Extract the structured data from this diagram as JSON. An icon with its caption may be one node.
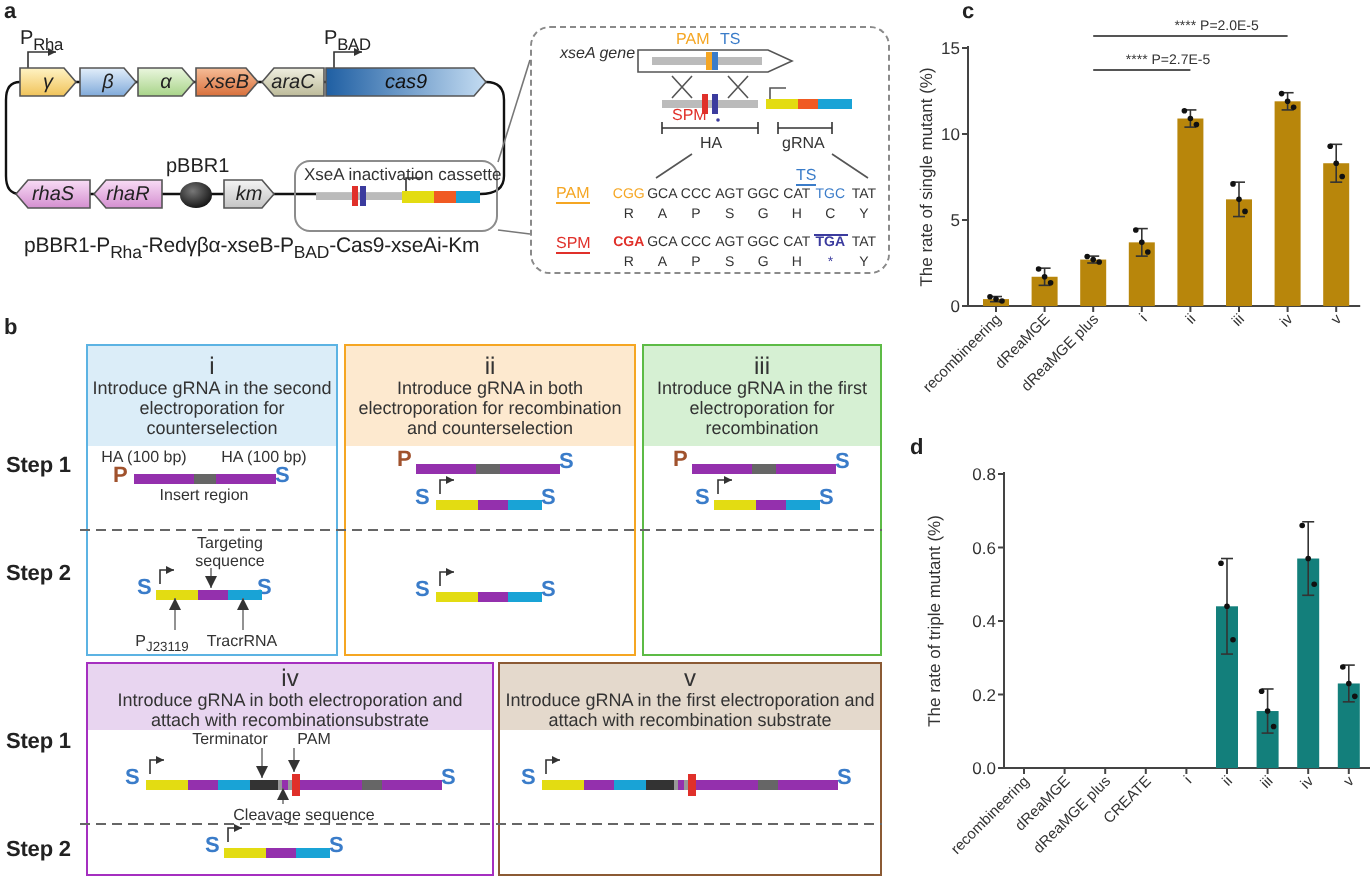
{
  "diagram": {
    "nodes": [
      {
        "text": [
          "γ"
        ]
      },
      {
        "text": [
          "β"
        ]
      },
      {
        "text": [
          "α"
        ]
      },
      {
        "text": [
          "xseB"
        ]
      },
      {
        "text": [
          "araC"
        ]
      },
      {
        "text": [
          "cas9"
        ]
      },
      {
        "text": [
          "rhaS"
        ]
      },
      {
        "text": [
          "rhaR"
        ]
      },
      {
        "text": [],
        "shape": "circle",
        "beside": [
          "pBBR1"
        ]
      },
      {
        "text": [
          "km"
        ]
      },
      {
        "text": [
          "XseA inactivation cassette"
        ]
      },
      {
        "text": [
          "*xseA* gene",
          "PAM",
          "TS",
          "SPM",
          "HA",
          "gRNA",
          "PAM",
          "CGG GCA CCC AGT GGC CAT TGC TAT",
          "TS",
          "R A P S G H C Y",
          "SPM",
          "CGA GCA CCC AGT GGC CAT TGA TAT",
          "R A P S G H * Y"
        ]
      },
      {
        "text": [
          "i",
          "Introduce gRNA in the second electroporation for counterselection",
          "P",
          "S",
          "S",
          "S"
        ]
      },
      {
        "text": [
          "HA (100 bp)"
        ],
        "in": 12
      },
      {
        "text": [
          "HA (100 bp)"
        ],
        "in": 12
      },
      {
        "text": [
          "Insert region"
        ],
        "in": 12
      },
      {
        "text": [
          "Targeting sequence"
        ],
        "in": 12
      },
      {
        "text": [
          "P$_{J23119}$"
        ],
        "in": 12
      },
      {
        "text": [
          "TracrRNA"
        ],
        "in": 12
      },
      {
        "text": [
          "ii",
          "Introduce gRNA in both electroporation for recombination and counterselection",
          "P",
          "S",
          "S",
          "S",
          "S",
          "S"
        ]
      },
      {
        "text": [
          "iii",
          "Introduce gRNA in the first electroporation for recombination",
          "P",
          "S",
          "S",
          "S"
        ]
      },
      {
        "text": [
          "iv",
          "Introduce gRNA in both electroporation and attach with recombinationsubstrate",
          "S",
          "S",
          "S",
          "S"
        ]
      },
      {
        "text": [
          "Terminator"
        ],
        "in": 21
      },
      {
        "text": [
          "PAM"
        ],
        "in": 21
      },
      {
        "text": [
          "Cleavage sequence"
        ],
        "in": 21
      },
      {
        "text": [
          "v",
          "Introduce gRNA in the first electroporation and attach with recombination substrate",
          "S",
          "S"
        ]
      },
      {
        "text": [],
        "shape": "bar",
        "in": 12
      },
      {
        "text": [],
        "shape": "bar",
        "in": 12
      },
      {
        "text": [],
        "shape": "bar",
        "in": 12
      },
      {
        "text": [],
        "shape": "bar",
        "in": 21
      },
      {
        "text": [],
        "shape": "bar",
        "in": 21
      },
      {
        "text": [],
        "shape": "bar",
        "in": 21
      }
    ],
    "edges": [
      {
        "from": 10,
        "to": 11,
        "arrow": "none"
      },
      {
        "from": 10,
        "to": 11,
        "arrow": "none"
      },
      {
        "from": 16,
        "to": 27,
        "arrow": "to"
      },
      {
        "from": 17,
        "to": 26,
        "arrow": "to"
      },
      {
        "from": 18,
        "to": 28,
        "arrow": "to"
      },
      {
        "from": 22,
        "to": 29,
        "arrow": "to"
      },
      {
        "from": 23,
        "to": 31,
        "arrow": "to"
      },
      {
        "from": 24,
        "to": 30,
        "arrow": "to"
      }
    ],
    "labels": [
      "a",
      "P$_{Rha}$",
      "P$_{BAD}$",
      "pBBR1-P$_{Rha}$-Redγβα-xseB-P$_{BAD}$-Cas9-xseAi-Km",
      "c",
      "b",
      "Step 1",
      "Step 2",
      "d",
      "Step 1",
      "Step 2"
    ],
    "chart_data": [
      {
        "type": "bar",
        "ylabel": "The rate of single mutant (%)",
        "categories": [
          "recombineering",
          "dReaMGE",
          "dReaMGE plus",
          "i",
          "ii",
          "iii",
          "iv",
          "v"
        ],
        "series": [
          {
            "color": "#b8860b",
            "values": [
              0.4,
              1.7,
              2.7,
              3.7,
              10.9,
              6.2,
              11.9,
              8.3
            ],
            "errors": [
              0.15,
              0.5,
              0.2,
              0.8,
              0.5,
              1.0,
              0.5,
              1.1
            ]
          }
        ],
        "ylim": [
          0,
          15
        ],
        "yticks": [
          0,
          5,
          10,
          15
        ],
        "annotations": [
          "**** P=2.7E-5",
          "**** P=2.0E-5"
        ]
      },
      {
        "type": "bar",
        "ylabel": "The rate of triple mutant (%)",
        "categories": [
          "recombineering",
          "dReaMGE",
          "dReaMGE plus",
          "CREATE",
          "i",
          "ii",
          "iii",
          "iv",
          "v"
        ],
        "series": [
          {
            "color": "#137f7b",
            "values": [
              0,
              0,
              0,
              0,
              0,
              0.44,
              0.155,
              0.57,
              0.23
            ],
            "errors": [
              null,
              null,
              null,
              null,
              null,
              0.13,
              0.06,
              0.1,
              0.05
            ]
          }
        ],
        "ylim": [
          0,
          0.8
        ],
        "yticks": [
          {
            "value": 0,
            "label": "0.0"
          },
          {
            "value": 0.2,
            "label": "0.2"
          },
          {
            "value": 0.4,
            "label": "0.4"
          },
          {
            "value": 0.6,
            "label": "0.6"
          },
          {
            "value": 0.8,
            "label": "0.8"
          }
        ]
      }
    ]
  }
}
